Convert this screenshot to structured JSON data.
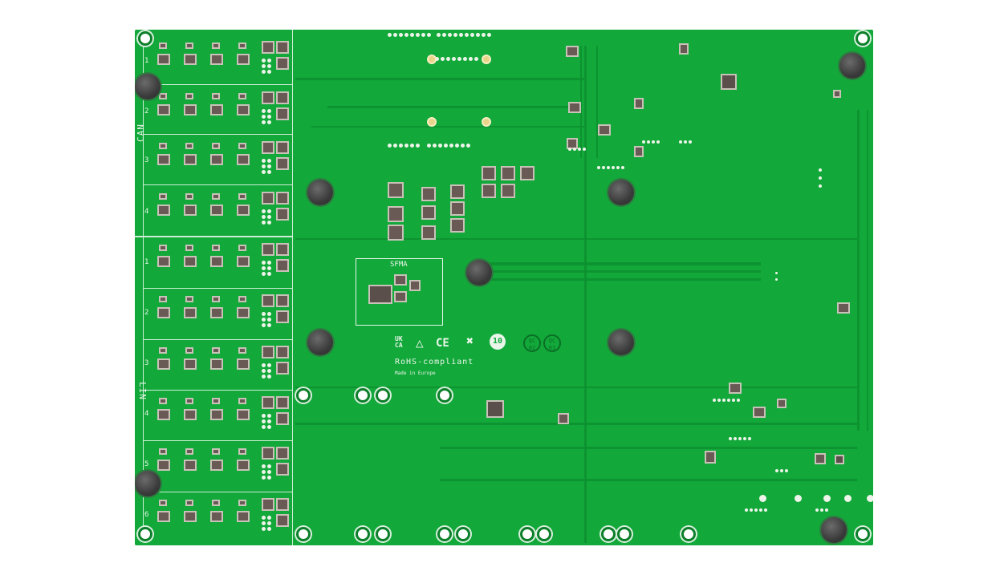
{
  "image": {
    "subject": "Green printed circuit board (bottom side) with component modules",
    "background": "#ffffff",
    "board_color": "#12a83a"
  },
  "silkscreen": {
    "can_label": "CAN",
    "lin_label": "LIN",
    "can_channels": [
      "1",
      "2",
      "3",
      "4"
    ],
    "lin_channels": [
      "1",
      "2",
      "3",
      "4",
      "5",
      "6"
    ],
    "sfma_label": "SFMA",
    "rohs": "RoHS-compliant",
    "made_in": "Made in Europe",
    "marks": {
      "ukca": "UK CA",
      "esd": "ESD",
      "ce": "CE",
      "weee": "WEEE",
      "epup": "10",
      "qc1": "QC 02",
      "qc2": "QC 01"
    }
  }
}
